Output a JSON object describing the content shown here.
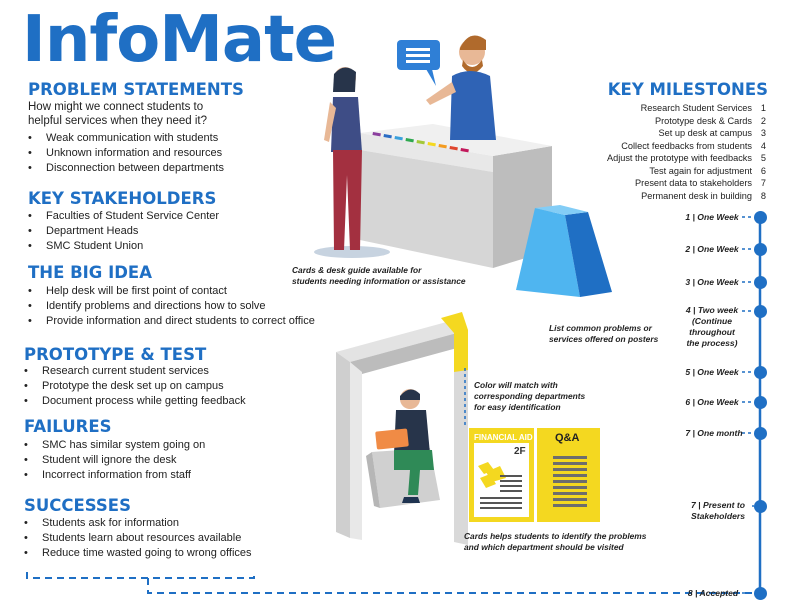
{
  "title": "InfoMate",
  "problem": {
    "heading": "PROBLEM STATEMENTS",
    "question_1": "How might we connect students to",
    "question_2": "helpful services when they need it?",
    "items": [
      "Weak communication with students",
      "Unknown information and resources",
      "Disconnection between departments"
    ]
  },
  "stakeholders": {
    "heading": "KEY STAKEHOLDERS",
    "items": [
      "Faculties of Student Service Center",
      "Department Heads",
      "SMC Student Union"
    ]
  },
  "big_idea": {
    "heading": "THE BIG IDEA",
    "items": [
      "Help desk will be first point of contact",
      "Identify problems and directions how to solve",
      "Provide information and direct students to correct office"
    ]
  },
  "prototype": {
    "heading": "PROTOTYPE & TEST",
    "items": [
      "Research current student services",
      "Prototype the desk set up on campus",
      "Document process while getting feedback"
    ]
  },
  "failures": {
    "heading": "FAILURES",
    "items": [
      "SMC has similar system going on",
      "Student will ignore the desk",
      "Incorrect information from staff"
    ]
  },
  "successes": {
    "heading": "SUCCESSES",
    "items": [
      "Students ask for information",
      "Students learn about resources available",
      "Reduce time wasted going to wrong offices"
    ]
  },
  "milestones": {
    "heading": "KEY MILESTONES",
    "items": [
      {
        "label": "Research Student Services",
        "num": "1"
      },
      {
        "label": "Prototype desk & Cards",
        "num": "2"
      },
      {
        "label": "Set up desk at campus",
        "num": "3"
      },
      {
        "label": "Collect feedbacks from students",
        "num": "4"
      },
      {
        "label": "Adjust the prototype with feedbacks",
        "num": "5"
      },
      {
        "label": "Test again for adjustment",
        "num": "6"
      },
      {
        "label": "Present data to stakeholders",
        "num": "7"
      },
      {
        "label": "Permanent desk in building",
        "num": "8"
      }
    ]
  },
  "timeline": {
    "t1": "1 | One Week",
    "t2": "2 | One Week",
    "t3": "3 | One Week",
    "t4_1": "4 | Two week",
    "t4_2": "(Continue",
    "t4_3": "throughout",
    "t4_4": "the process)",
    "t5": "5 | One Week",
    "t6": "6 | One Week",
    "t7": "7 | One month",
    "t8_1": "7 | Present to",
    "t8_2": "Stakeholders",
    "t9": "8 | Accepted"
  },
  "captions": {
    "desk_1": "Cards & desk guide available for",
    "desk_2": "students needing information or assistance",
    "poster_1": "List common problems or",
    "poster_2": "services offered on posters",
    "color_1": "Color will match with",
    "color_2": "corresponding departments",
    "color_3": "for easy identification",
    "cards_1": "Cards helps students to identify the problems",
    "cards_2": "and which department should be visited"
  },
  "cards": {
    "card1_title": "FINANCIAL AID",
    "card1_floor": "2F",
    "card2_title": "Q&A"
  },
  "colors": {
    "brand_blue": "#1f6fc4",
    "accent_yellow": "#f4d820",
    "light_blue": "#35a8e8"
  }
}
